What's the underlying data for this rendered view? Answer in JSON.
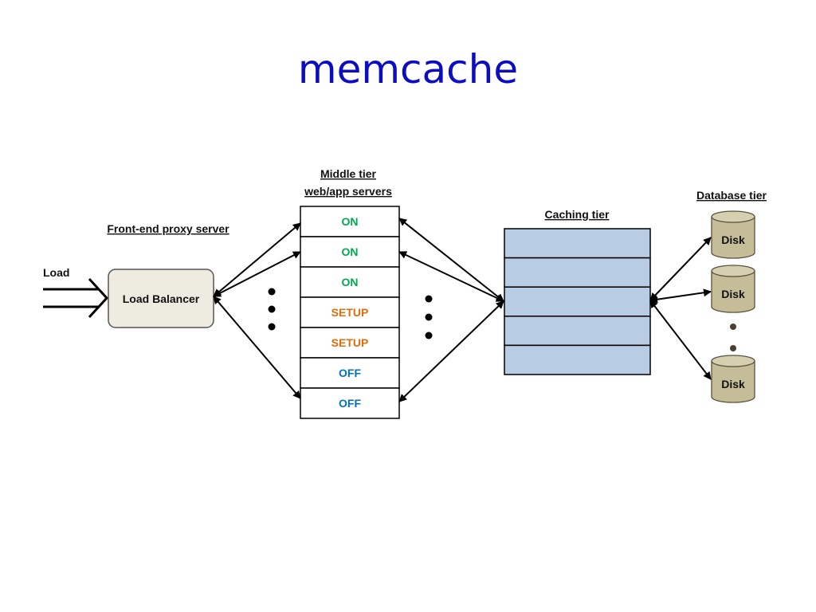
{
  "slide": {
    "title": "memcache"
  },
  "diagram": {
    "load_label": "Load",
    "frontend_heading": "Front-end proxy server",
    "load_balancer_label": "Load Balancer",
    "middle_heading_line1": "Middle tier",
    "middle_heading_line2": "web/app servers",
    "caching_heading": "Caching tier",
    "database_heading": "Database tier",
    "servers": [
      {
        "status": "ON",
        "color": "#00a651"
      },
      {
        "status": "ON",
        "color": "#00a651"
      },
      {
        "status": "ON",
        "color": "#00a651"
      },
      {
        "status": "SETUP",
        "color": "#e36c09"
      },
      {
        "status": "SETUP",
        "color": "#e36c09"
      },
      {
        "status": "OFF",
        "color": "#0070c0"
      },
      {
        "status": "OFF",
        "color": "#0070c0"
      }
    ],
    "cache_slot_count": 5,
    "disks": [
      "Disk",
      "Disk",
      "Disk"
    ],
    "colors": {
      "load_balancer_fill": "#eeece1",
      "cache_fill": "#b8cce4",
      "disk_fill": "#c4bd97",
      "title": "#0c0cc0"
    }
  }
}
